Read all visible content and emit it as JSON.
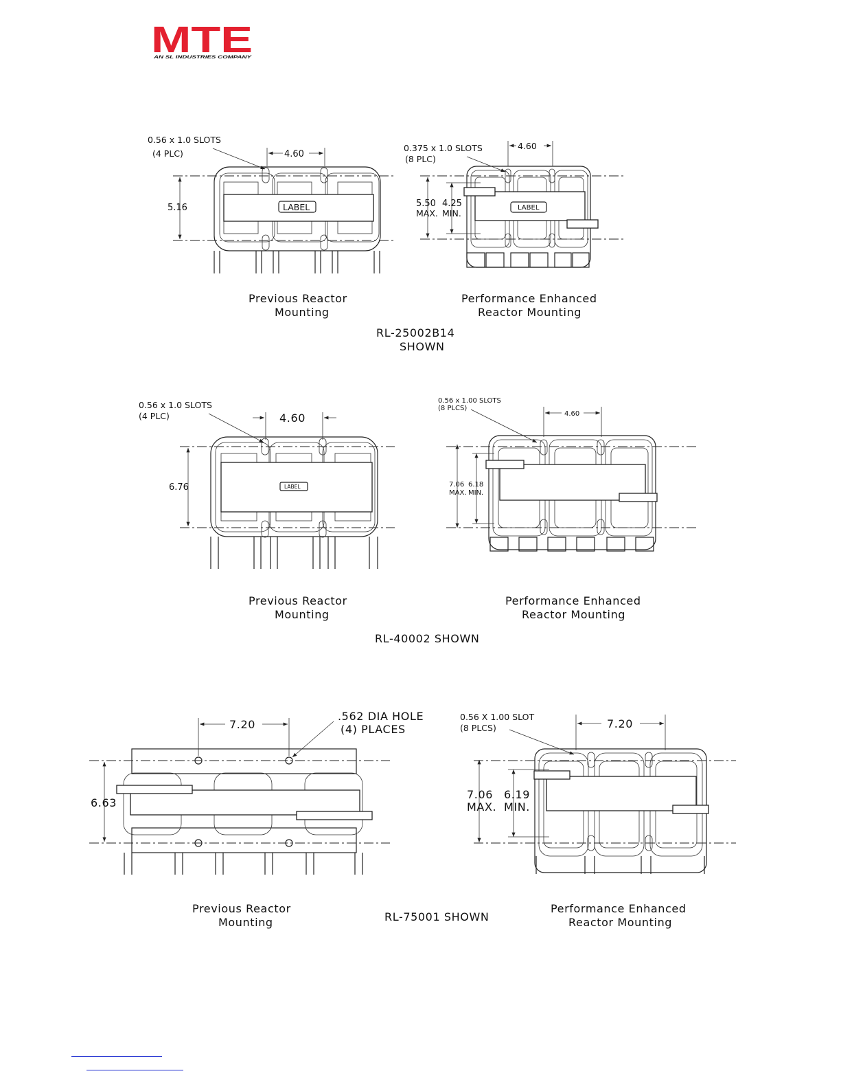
{
  "brand": {
    "name": "MTE",
    "tagline": "AN SL INDUSTRIES COMPANY",
    "color": "#e4202f"
  },
  "colors": {
    "line": "#222222",
    "footer_link": "#1a2bd0"
  },
  "sections": [
    {
      "left": {
        "slot_note": "0.56  x  1.0  SLOTS",
        "slot_count": "(4  PLC)",
        "width_dim": "4.60",
        "height_dim": "5.16",
        "label": "LABEL",
        "caption_line1": "Previous  Reactor",
        "caption_line2": "Mounting"
      },
      "right": {
        "slot_note": "0.375  x  1.0  SLOTS",
        "slot_count": "(8  PLC)",
        "width_dim": "4.60",
        "max_dim": "5.50",
        "min_dim": "4.25",
        "max_label": "MAX.",
        "min_label": "MIN.",
        "label": "LABEL",
        "caption_line1": "Performance  Enhanced",
        "caption_line2": "Reactor  Mounting"
      },
      "model_line1": "RL-25002B14",
      "model_line2": "SHOWN"
    },
    {
      "left": {
        "slot_note": "0.56  x  1.0  SLOTS",
        "slot_count": "(4  PLC)",
        "width_dim": "4.60",
        "height_dim": "6.76",
        "label": "LABEL",
        "caption_line1": "Previous  Reactor",
        "caption_line2": "Mounting"
      },
      "right": {
        "slot_note": "0.56  x  1.00  SLOTS",
        "slot_count": "(8  PLCS)",
        "width_dim": "4.60",
        "max_dim": "7.06",
        "min_dim": "6.18",
        "max_label": "MAX.",
        "min_label": "MIN.",
        "caption_line1": "Performance  Enhanced",
        "caption_line2": "Reactor  Mounting"
      },
      "model_line1": "RL-40002  SHOWN"
    },
    {
      "left": {
        "hole_note": ".562  DIA  HOLE",
        "hole_count": "(4)  PLACES",
        "width_dim": "7.20",
        "height_dim": "6.63",
        "caption_line1": "Previous  Reactor",
        "caption_line2": "Mounting"
      },
      "right": {
        "slot_note": "0.56  X  1.00  SLOT",
        "slot_count": "(8  PLCS)",
        "width_dim": "7.20",
        "max_dim": "7.06",
        "min_dim": "6.19",
        "max_label": "MAX.",
        "min_label": "MIN.",
        "caption_line1": "Performance  Enhanced",
        "caption_line2": "Reactor  Mounting"
      },
      "model_line1": "RL-75001  SHOWN"
    }
  ]
}
